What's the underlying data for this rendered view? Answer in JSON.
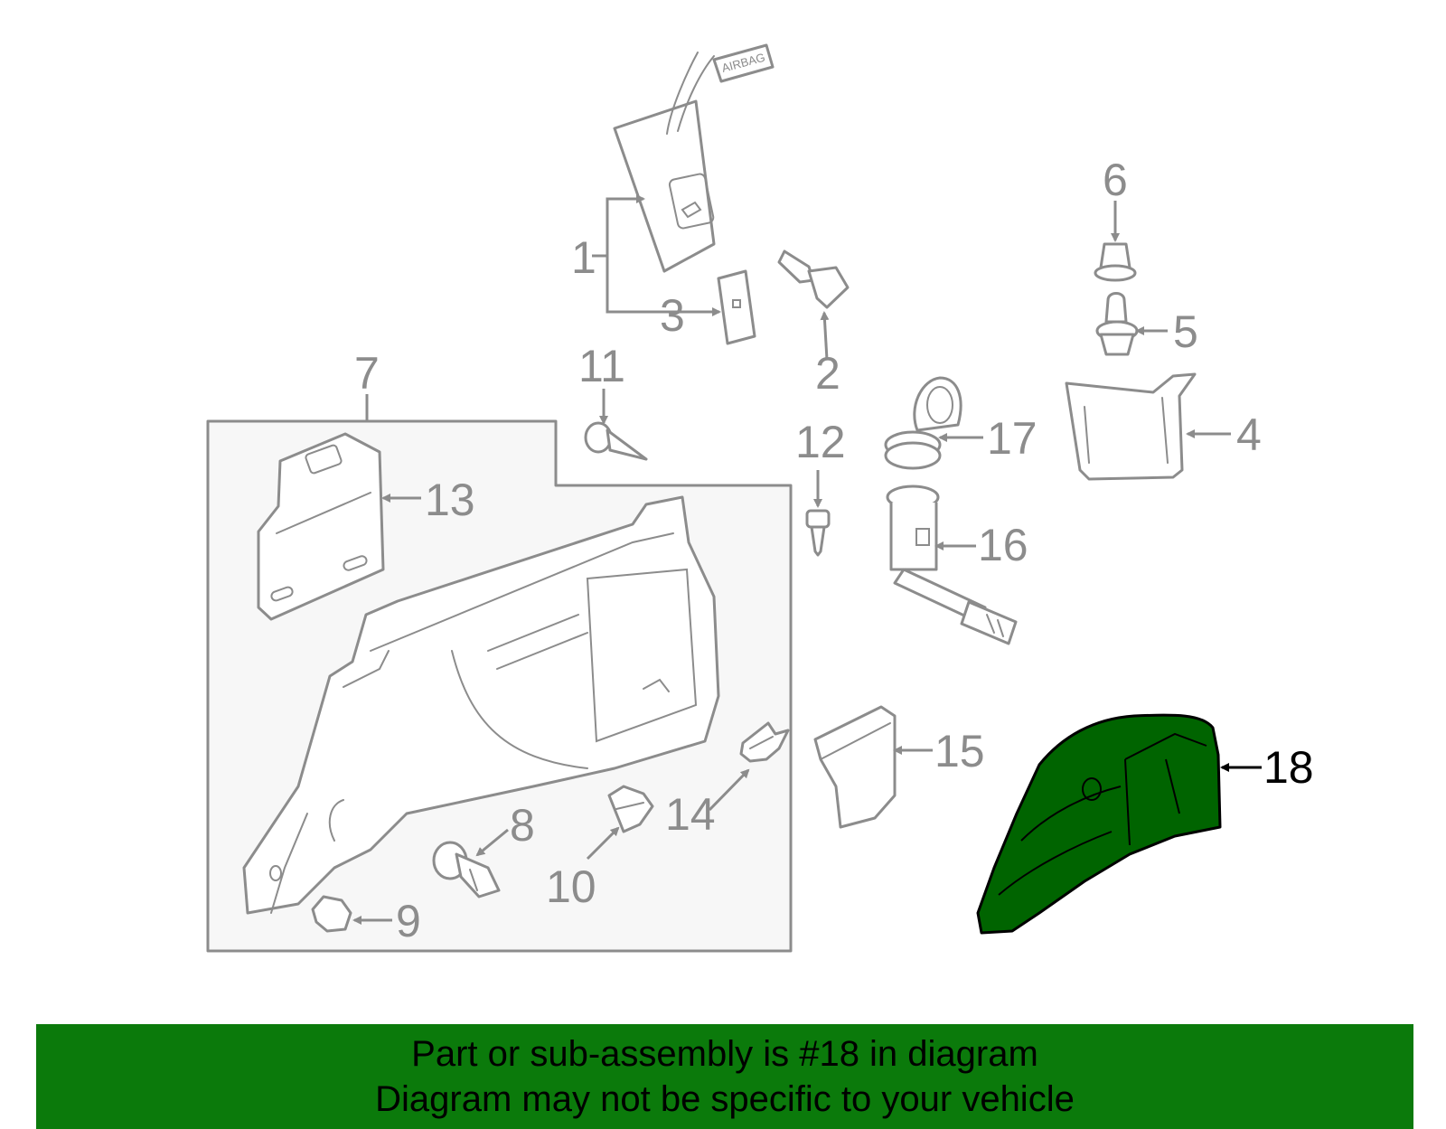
{
  "labels": {
    "p1": "1",
    "p2": "2",
    "p3": "3",
    "p4": "4",
    "p5": "5",
    "p6": "6",
    "p7": "7",
    "p8": "8",
    "p9": "9",
    "p10": "10",
    "p11": "11",
    "p12": "12",
    "p13": "13",
    "p14": "14",
    "p15": "15",
    "p16": "16",
    "p17": "17",
    "p18": "18"
  },
  "airbag_tag": "AIRBAG",
  "highlighted_part": "18",
  "colors": {
    "line": "#8c8c8c",
    "highlight_fill": "#006400",
    "banner": "#0b7a0b"
  },
  "banner": {
    "line1": "Part or sub-assembly is #18 in diagram",
    "line2": "Diagram may not be specific to your vehicle"
  }
}
